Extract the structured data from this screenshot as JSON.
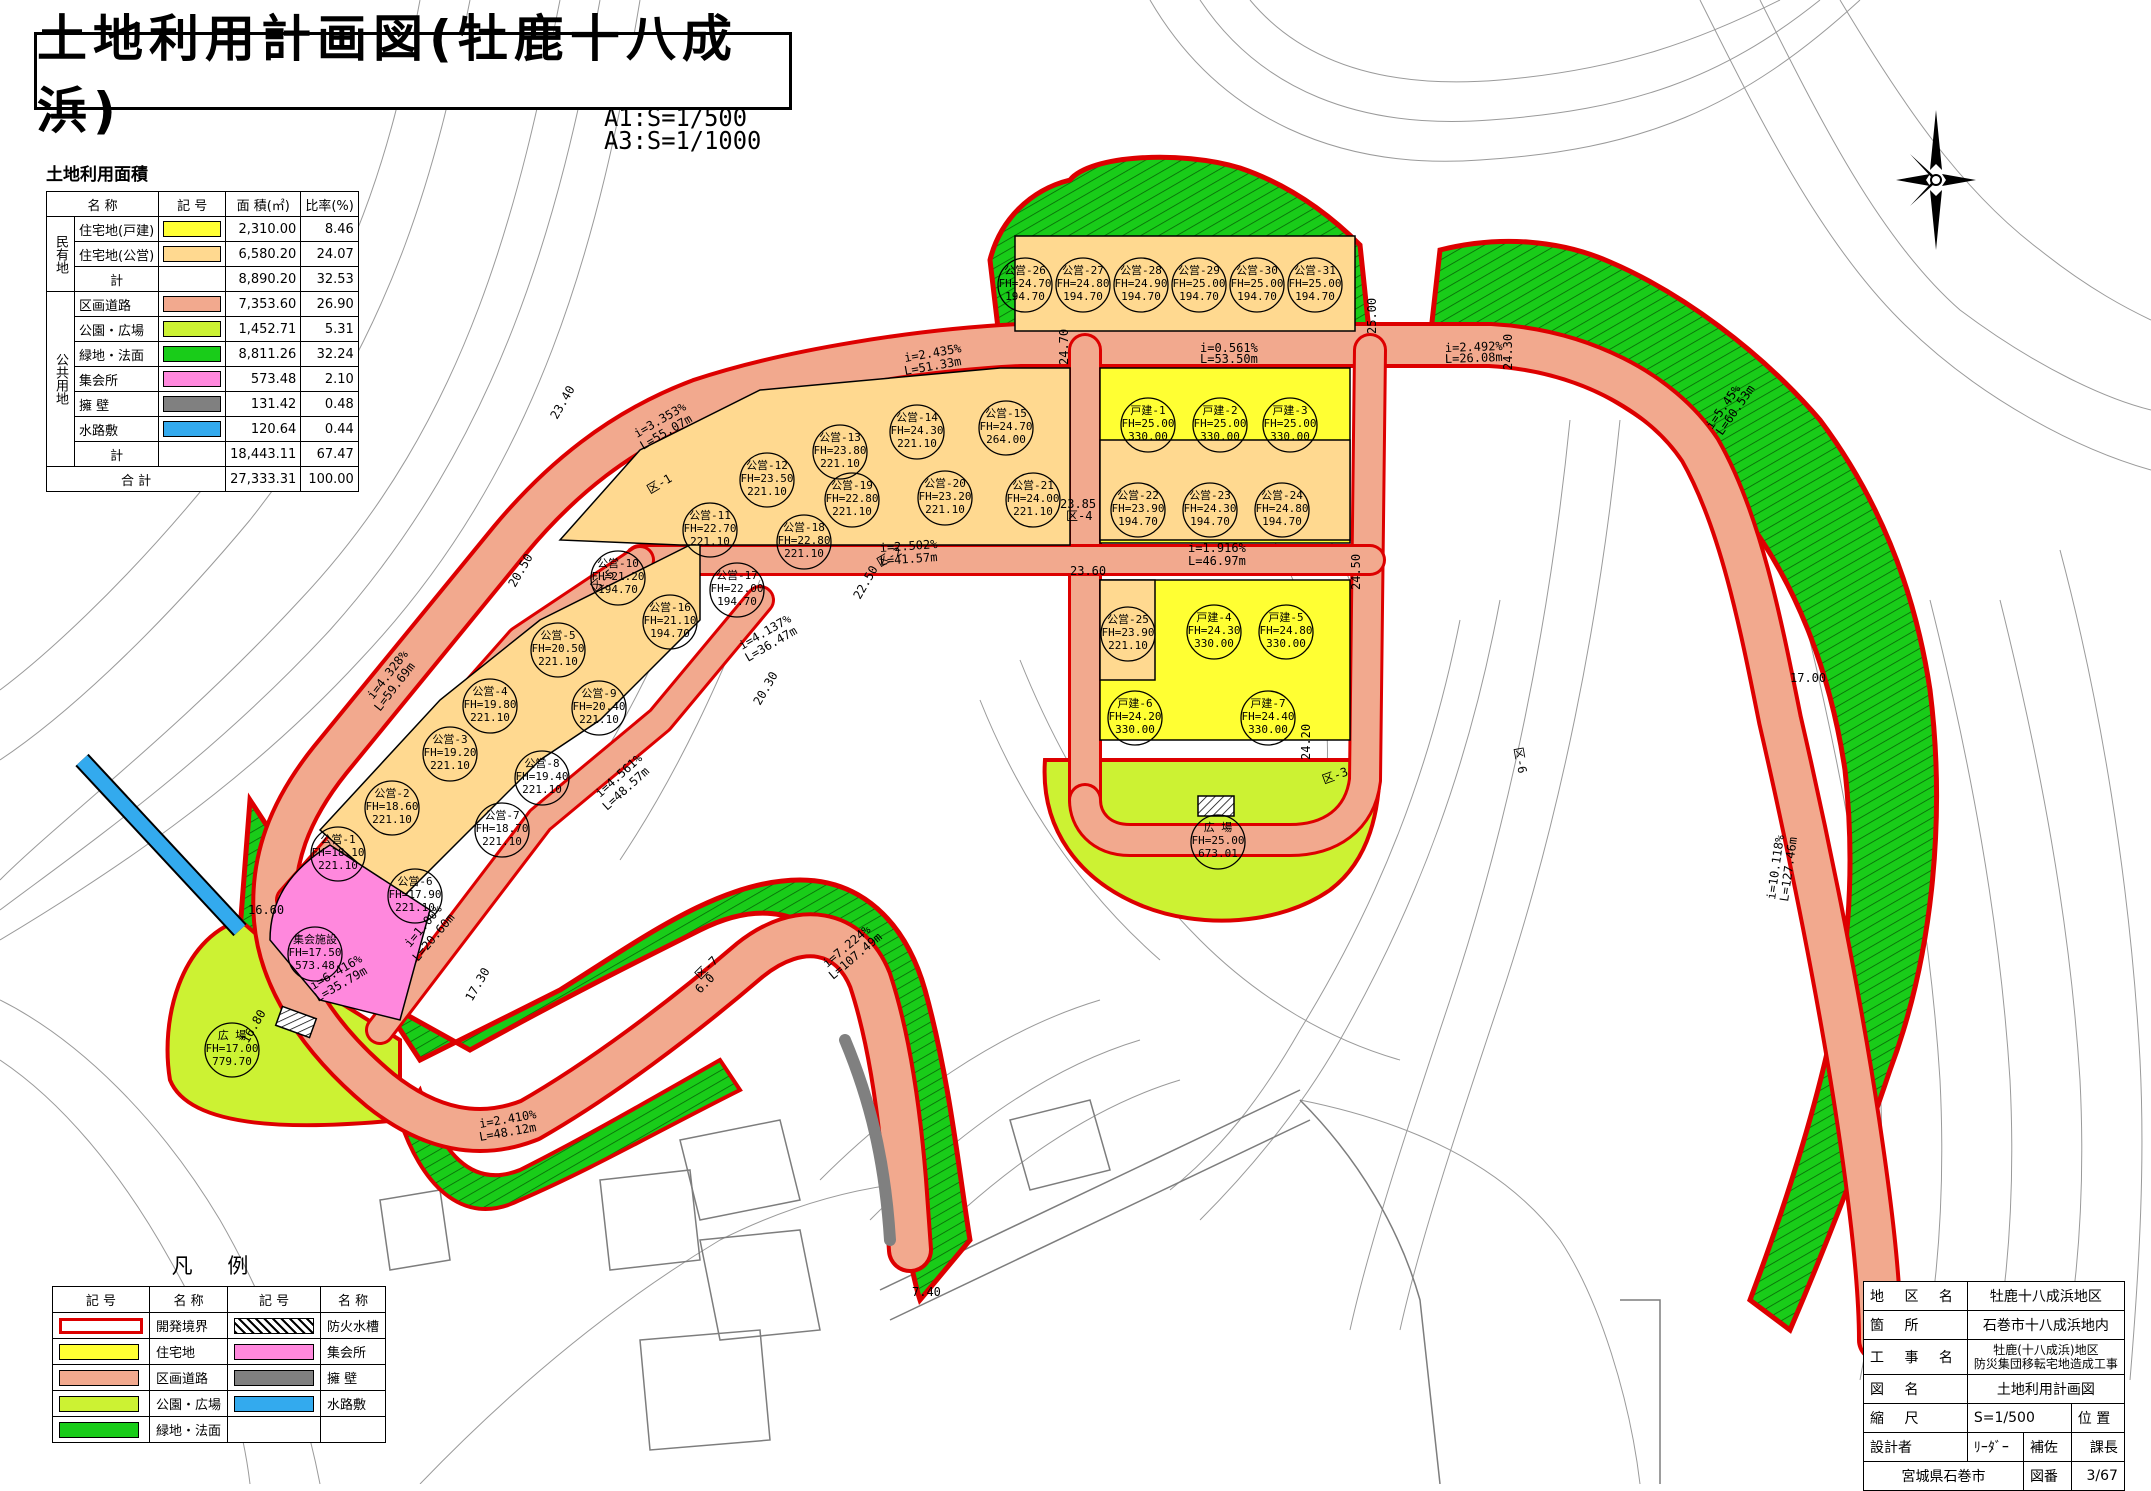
{
  "title": "土地利用計画図(牡鹿十八成浜)",
  "scale_note": {
    "a1": "A1:S=1/500",
    "a3": "A3:S=1/1000"
  },
  "colors": {
    "residential_detached": "#ffff33",
    "residential_public": "#ffd990",
    "road": "#f2a98e",
    "park": "#ccf233",
    "green": "#19cc19",
    "meeting_hall": "#ff88dd",
    "retaining_wall": "#808080",
    "waterway": "#33aaee",
    "boundary": "#dd0000"
  },
  "area_table": {
    "heading": "土地利用面積",
    "headers": [
      "名 称",
      "記 号",
      "面 積(㎡)",
      "比率(%)"
    ],
    "group_private": "民有地",
    "group_public": "公共用地",
    "rows": [
      {
        "name": "住宅地(戸建)",
        "area": "2,310.00",
        "ratio": "8.46"
      },
      {
        "name": "住宅地(公営)",
        "area": "6,580.20",
        "ratio": "24.07"
      },
      {
        "name": "計",
        "area": "8,890.20",
        "ratio": "32.53"
      },
      {
        "name": "区画道路",
        "area": "7,353.60",
        "ratio": "26.90"
      },
      {
        "name": "公園・広場",
        "area": "1,452.71",
        "ratio": "5.31"
      },
      {
        "name": "緑地・法面",
        "area": "8,811.26",
        "ratio": "32.24"
      },
      {
        "name": "集会所",
        "area": "573.48",
        "ratio": "2.10"
      },
      {
        "name": "擁 壁",
        "area": "131.42",
        "ratio": "0.48"
      },
      {
        "name": "水路敷",
        "area": "120.64",
        "ratio": "0.44"
      },
      {
        "name": "計",
        "area": "18,443.11",
        "ratio": "67.47"
      }
    ],
    "total": {
      "name": "合 計",
      "area": "27,333.31",
      "ratio": "100.00"
    }
  },
  "legend": {
    "heading": "凡 例",
    "headers": [
      "記 号",
      "名 称",
      "記 号",
      "名 称"
    ],
    "items": [
      {
        "name": "開発境界",
        "name2": "防火水槽"
      },
      {
        "name": "住宅地",
        "name2": "集会所"
      },
      {
        "name": "区画道路",
        "name2": "擁 壁"
      },
      {
        "name": "公園・広場",
        "name2": "水路敷"
      },
      {
        "name": "緑地・法面"
      }
    ]
  },
  "title_block": {
    "district_label": "地 区 名",
    "district": "牡鹿十八成浜地区",
    "location_label": "箇 所",
    "location": "石巻市十八成浜地内",
    "project_label": "工 事 名",
    "project_1": "牡鹿(十八成浜)地区",
    "project_2": "防災集団移転宅地造成工事",
    "drawing_label": "図 名",
    "drawing": "土地利用計画図",
    "scale_label": "縮 尺",
    "scale": "S=1/500",
    "position_label": "位 置",
    "designer_label": "設計者",
    "leader": "ﾘｰﾀﾞｰ",
    "assistant": "補佐",
    "manager": "課長",
    "office": "宮城県石巻市",
    "sheet_label": "図番",
    "sheet": "3/67"
  },
  "lots": [
    {
      "id": "公営-26",
      "fh": "FH=24.70",
      "area": "194.70",
      "kind": "public"
    },
    {
      "id": "公営-27",
      "fh": "FH=24.80",
      "area": "194.70",
      "kind": "public"
    },
    {
      "id": "公営-28",
      "fh": "FH=24.90",
      "area": "194.70",
      "kind": "public"
    },
    {
      "id": "公営-29",
      "fh": "FH=25.00",
      "area": "194.70",
      "kind": "public"
    },
    {
      "id": "公営-30",
      "fh": "FH=25.00",
      "area": "194.70",
      "kind": "public"
    },
    {
      "id": "公営-31",
      "fh": "FH=25.00",
      "area": "194.70",
      "kind": "public"
    },
    {
      "id": "戸建-1",
      "fh": "FH=25.00",
      "area": "330.00",
      "kind": "detached"
    },
    {
      "id": "戸建-2",
      "fh": "FH=25.00",
      "area": "330.00",
      "kind": "detached"
    },
    {
      "id": "戸建-3",
      "fh": "FH=25.00",
      "area": "330.00",
      "kind": "detached"
    },
    {
      "id": "公営-22",
      "fh": "FH=23.90",
      "area": "194.70",
      "kind": "public"
    },
    {
      "id": "公営-23",
      "fh": "FH=24.30",
      "area": "194.70",
      "kind": "public"
    },
    {
      "id": "公営-24",
      "fh": "FH=24.80",
      "area": "194.70",
      "kind": "public"
    },
    {
      "id": "公営-25",
      "fh": "FH=23.90",
      "area": "221.10",
      "kind": "public"
    },
    {
      "id": "戸建-4",
      "fh": "FH=24.30",
      "area": "330.00",
      "kind": "detached"
    },
    {
      "id": "戸建-5",
      "fh": "FH=24.80",
      "area": "330.00",
      "kind": "detached"
    },
    {
      "id": "戸建-6",
      "fh": "FH=24.20",
      "area": "330.00",
      "kind": "detached"
    },
    {
      "id": "戸建-7",
      "fh": "FH=24.40",
      "area": "330.00",
      "kind": "detached"
    },
    {
      "id": "公営-13",
      "fh": "FH=23.80",
      "area": "221.10",
      "kind": "public"
    },
    {
      "id": "公営-14",
      "fh": "FH=24.30",
      "area": "221.10",
      "kind": "public"
    },
    {
      "id": "公営-15",
      "fh": "FH=24.70",
      "area": "264.00",
      "kind": "public"
    },
    {
      "id": "公営-12",
      "fh": "FH=23.50",
      "area": "221.10",
      "kind": "public"
    },
    {
      "id": "公営-19",
      "fh": "FH=22.80",
      "area": "221.10",
      "kind": "public"
    },
    {
      "id": "公営-20",
      "fh": "FH=23.20",
      "area": "221.10",
      "kind": "public"
    },
    {
      "id": "公営-21",
      "fh": "FH=24.00",
      "area": "221.10",
      "kind": "public"
    },
    {
      "id": "公営-11",
      "fh": "FH=22.70",
      "area": "221.10",
      "kind": "public"
    },
    {
      "id": "公営-18",
      "fh": "FH=22.80",
      "area": "221.10",
      "kind": "public"
    },
    {
      "id": "公営-10",
      "fh": "FH=21.20",
      "area": "194.70",
      "kind": "public"
    },
    {
      "id": "公営-17",
      "fh": "FH=22.00",
      "area": "194.70",
      "kind": "public"
    },
    {
      "id": "公営-16",
      "fh": "FH=21.10",
      "area": "194.70",
      "kind": "public"
    },
    {
      "id": "公営-5",
      "fh": "FH=20.50",
      "area": "221.10",
      "kind": "public"
    },
    {
      "id": "公営-4",
      "fh": "FH=19.80",
      "area": "221.10",
      "kind": "public"
    },
    {
      "id": "公営-9",
      "fh": "FH=20.40",
      "area": "221.10",
      "kind": "public"
    },
    {
      "id": "公営-3",
      "fh": "FH=19.20",
      "area": "221.10",
      "kind": "public"
    },
    {
      "id": "公営-8",
      "fh": "FH=19.40",
      "area": "221.10",
      "kind": "public"
    },
    {
      "id": "公営-2",
      "fh": "FH=18.60",
      "area": "221.10",
      "kind": "public"
    },
    {
      "id": "公営-7",
      "fh": "FH=18.70",
      "area": "221.10",
      "kind": "public"
    },
    {
      "id": "公営-1",
      "fh": "FH=18.10",
      "area": "221.10",
      "kind": "public"
    },
    {
      "id": "公営-6",
      "fh": "FH=17.90",
      "area": "221.10",
      "kind": "public"
    },
    {
      "id": "集会施設",
      "fh": "FH=17.50",
      "area": "573.48",
      "kind": "hall"
    },
    {
      "id": "広 場",
      "fh": "FH=17.00",
      "area": "779.70",
      "kind": "park"
    },
    {
      "id": "広 場",
      "fh": "FH=25.00",
      "area": "673.01",
      "kind": "park"
    }
  ],
  "road_labels": [
    {
      "text": "i=2.435%"
    },
    {
      "text": "L=51.33m"
    },
    {
      "text": "i=0.561%"
    },
    {
      "text": "L=53.50m"
    },
    {
      "text": "i=2.492%"
    },
    {
      "text": "L=26.08m"
    },
    {
      "text": "i=2.502%"
    },
    {
      "text": "L=41.57m"
    },
    {
      "text": "i=1.916%"
    },
    {
      "text": "L=46.97m"
    },
    {
      "text": "i=2.410%"
    },
    {
      "text": "L=48.12m"
    },
    {
      "text": "i=1.00%"
    },
    {
      "text": "L=20.60m"
    },
    {
      "text": "i=4.561%"
    },
    {
      "text": "L=48.57m"
    },
    {
      "text": "i=4.328%"
    },
    {
      "text": "L=59.69m"
    },
    {
      "text": "i=4.137%"
    },
    {
      "text": "L=36.47m"
    },
    {
      "text": "i=3.353%"
    },
    {
      "text": "L=55.07m"
    },
    {
      "text": "i=6.416%"
    },
    {
      "text": "L=35.79m"
    },
    {
      "text": "i=7.224%"
    },
    {
      "text": "L=107.49m"
    },
    {
      "text": "i=10.118%"
    },
    {
      "text": "L=127.46m"
    },
    {
      "text": "i=5.45%"
    },
    {
      "text": "L=60.53m"
    },
    {
      "text": "区-1"
    },
    {
      "text": "区-2"
    },
    {
      "text": "区-3"
    },
    {
      "text": "区-4"
    },
    {
      "text": "区-5"
    },
    {
      "text": "区-6"
    },
    {
      "text": "区-7"
    },
    {
      "text": "6.0"
    },
    {
      "text": "24.70"
    },
    {
      "text": "25.00"
    },
    {
      "text": "24.30"
    },
    {
      "text": "24.50"
    },
    {
      "text": "24.20"
    },
    {
      "text": "23.85"
    },
    {
      "text": "23.60"
    },
    {
      "text": "23.40"
    },
    {
      "text": "22.50"
    },
    {
      "text": "20.30"
    },
    {
      "text": "20.50"
    },
    {
      "text": "17.30"
    },
    {
      "text": "16.60"
    },
    {
      "text": "16.80"
    },
    {
      "text": "17.00"
    },
    {
      "text": "7.40"
    }
  ]
}
